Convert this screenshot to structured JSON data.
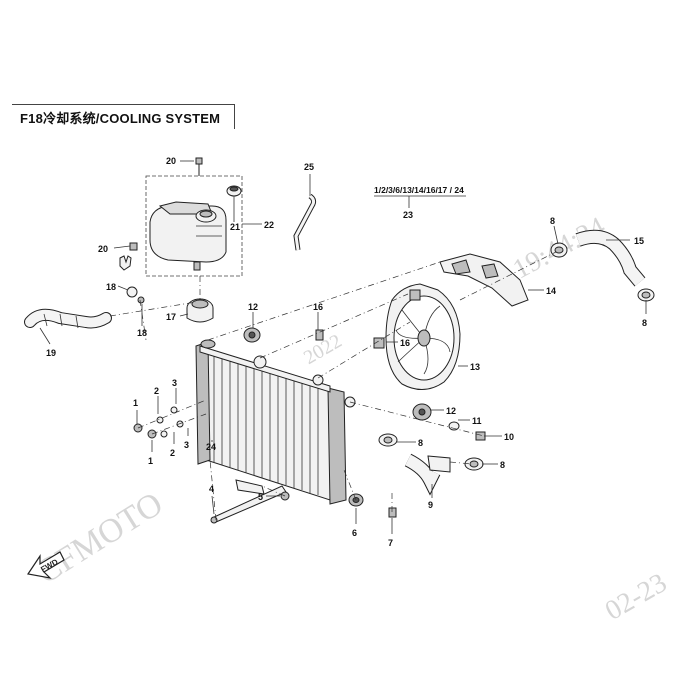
{
  "title": "F18冷却系统/COOLING SYSTEM",
  "watermarks": [
    "CFMOTO",
    "19:44:24",
    "2022",
    "02-23"
  ],
  "fwd_label": "FWD",
  "group_label": "1/2/3/6/13/14/16/17 / 24",
  "callouts": [
    "1",
    "1",
    "2",
    "2",
    "3",
    "3",
    "4",
    "5",
    "6",
    "7",
    "8",
    "8",
    "8",
    "8",
    "9",
    "10",
    "11",
    "12",
    "12",
    "13",
    "14",
    "15",
    "16",
    "16",
    "17",
    "18",
    "18",
    "19",
    "20",
    "20",
    "21",
    "22",
    "23",
    "24",
    "25"
  ],
  "icons": [
    "hand-pointer-icon",
    "fwd-arrow-icon"
  ]
}
